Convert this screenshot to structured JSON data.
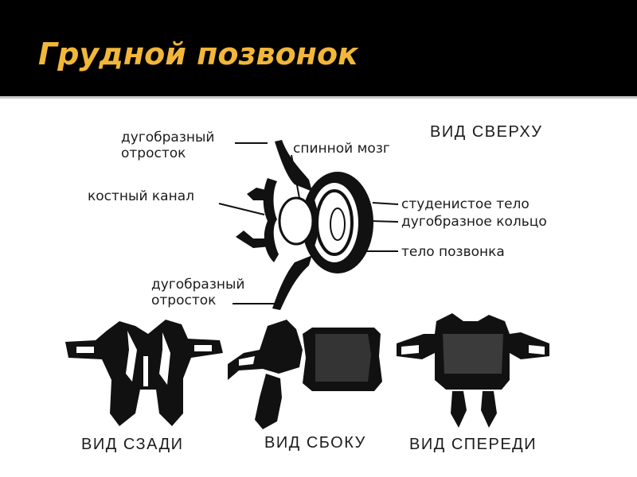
{
  "slide": {
    "title": "Грудной позвонок"
  },
  "top_view": {
    "heading": "ВИД СВЕРХУ",
    "labels": {
      "arch_process_top_line1": "дугобразный",
      "arch_process_top_line2": "отросток",
      "spinal_cord": "спинной мозг",
      "bony_canal": "костный канал",
      "nucleus_pulposus": "студенистое тело",
      "annulus_fibrosus": "дугобразное  кольцо",
      "vertebral_body": "тело позвонка",
      "arch_process_bottom_line1": "дугобразный",
      "arch_process_bottom_line2": "отросток"
    }
  },
  "bottom_views": {
    "back": "ВИД  СЗАДИ",
    "side": "ВИД  СБОКУ",
    "front": "ВИД  СПЕРЕДИ"
  },
  "colors": {
    "title_text": "#f2b73a",
    "title_bar": "#000000",
    "ink": "#111111",
    "background": "#ffffff"
  }
}
